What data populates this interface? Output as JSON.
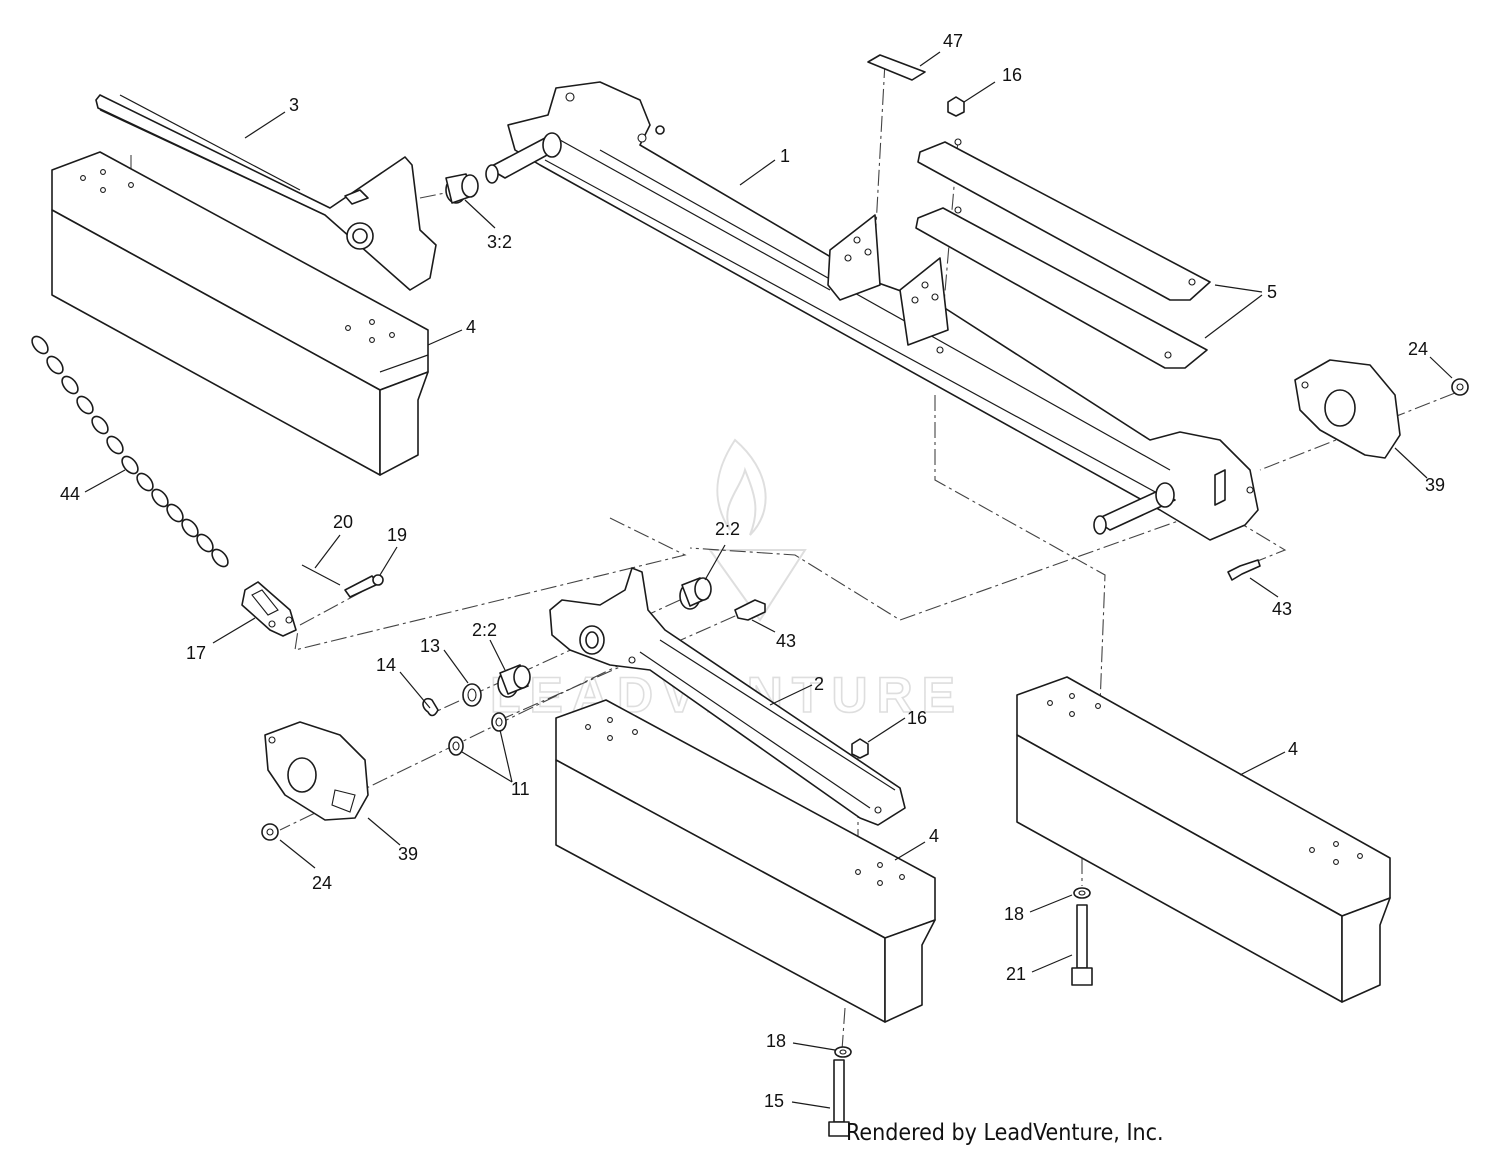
{
  "diagram": {
    "callouts": [
      "47",
      "16",
      "3",
      "1",
      "3:2",
      "5",
      "4",
      "24",
      "39",
      "44",
      "20",
      "19",
      "2:2",
      "17",
      "43",
      "13",
      "2:2",
      "14",
      "43",
      "2",
      "16",
      "11",
      "4",
      "39",
      "24",
      "4",
      "18",
      "21",
      "18",
      "15"
    ],
    "watermark": "LEADVENTURE",
    "credit": "Rendered by LeadVenture, Inc."
  }
}
